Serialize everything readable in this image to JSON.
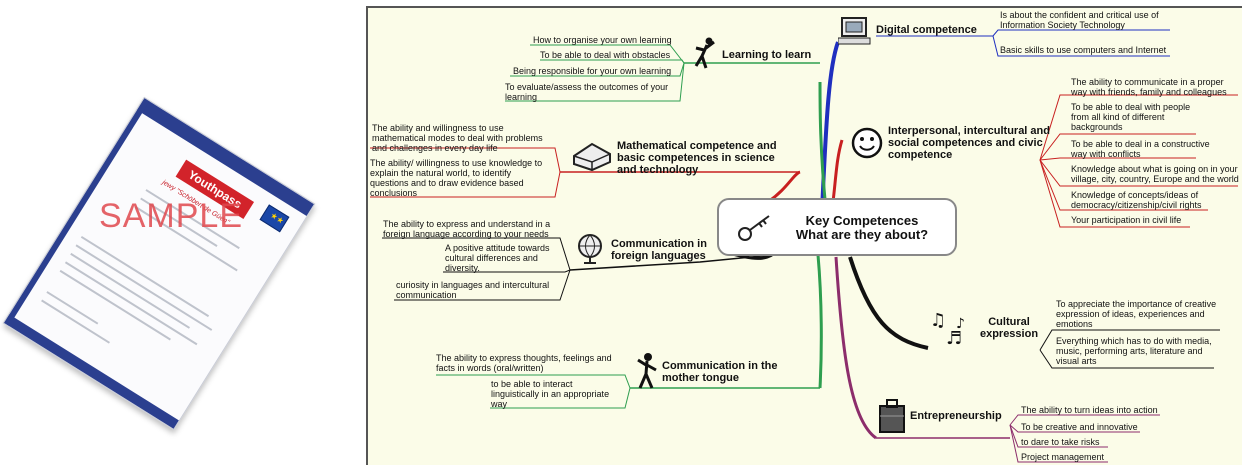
{
  "document": {
    "youthpass_label": "Youthpass",
    "sample_watermark": "SAMPLE",
    "sample_name": "jewy \"Schöbert de Güen\""
  },
  "mindmap": {
    "center": "Key Competences\nWhat are they about?",
    "branches": {
      "learning": {
        "title": "Learning to learn",
        "items": [
          "How to organise your own learning",
          "To be able to deal with obstacles",
          "Being responsible for your own learning",
          "To evaluate/assess the outcomes of your learning"
        ]
      },
      "math": {
        "title": "Mathematical competence and basic competences in science and technology",
        "items": [
          "The ability and willingness to use mathematical modes to deal with problems and challenges in every day life",
          "The ability/ willingness to use knowledge to explain the natural world, to identify questions  and to draw evidence based conclusions"
        ]
      },
      "foreign": {
        "title": "Communication in foreign languages",
        "items": [
          "The ability to express and understand in a foreign language according to your needs",
          "A positive attitude towards cultural differences and diversity.",
          "curiosity in languages and intercultural communication"
        ]
      },
      "mother": {
        "title": "Communication in the mother tongue",
        "items": [
          "The ability to express thoughts, feelings and facts in words (oral/written)",
          "to be able to interact linguistically in an appropriate way"
        ]
      },
      "digital": {
        "title": "Digital competence",
        "items": [
          "Is about the confident and critical use of Information Society Technology",
          "Basic skills to use computers and Internet"
        ]
      },
      "interpersonal": {
        "title": "Interpersonal, intercultural and social competences and civic competence",
        "items": [
          "The ability to communicate in a proper way with friends, family and colleagues",
          "To be able to deal with people from all kind of different backgrounds",
          "To be able to deal in a constructive way with conflicts",
          "Knowledge about what is going on in your village, city, country, Europe and the world",
          "Knowledge of concepts/ideas of democracy/citizenship/civil rights",
          "Your participation in civil life"
        ]
      },
      "cultural": {
        "title": "Cultural expression",
        "items": [
          "To appreciate the importance of creative expression of ideas, experiences and emotions",
          "Everything which has to do with media, music, performing arts, literature and visual arts"
        ]
      },
      "entrepreneurship": {
        "title": "Entrepreneurship",
        "items": [
          "The ability to turn ideas into action",
          "To be creative and innovative",
          "to dare to take risks",
          "Project management"
        ]
      }
    }
  }
}
